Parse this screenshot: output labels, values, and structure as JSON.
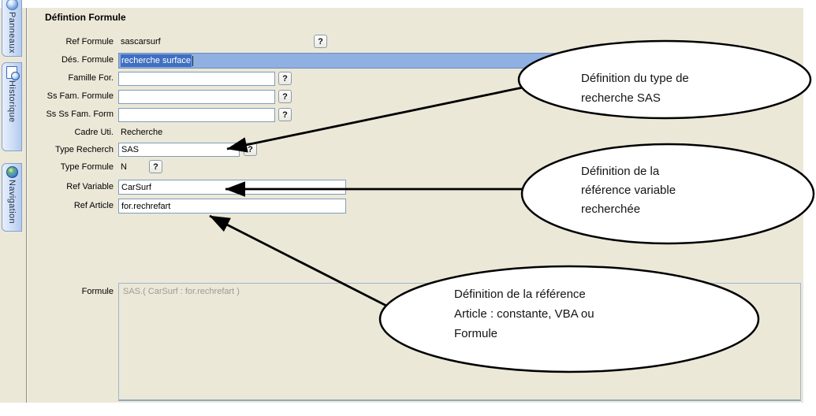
{
  "ui": {
    "help_label": "?"
  },
  "colors": {
    "panel_bg": "#ece8d8",
    "field_border": "#7f9db9",
    "focus_field_bg": "#8fb0e0",
    "selection_bg": "#3f6fc1",
    "textarea_border": "#9eb6ce",
    "tab_fill": "#cdddf5"
  },
  "sidebar": {
    "tabs": [
      {
        "label": "Panneaux",
        "icon": "panel-sphere-icon"
      },
      {
        "label": "Historique",
        "icon": "history-page-clock-icon"
      },
      {
        "label": "Navigation",
        "icon": "globe-icon"
      }
    ]
  },
  "form": {
    "title": "Défintion Formule",
    "fields": [
      {
        "label": "Ref Formule",
        "value": "sascarsurf",
        "type": "static",
        "help": true
      },
      {
        "label": "Dés. Formule",
        "value": "recherche surface",
        "type": "text-selected",
        "help": false
      },
      {
        "label": "Famille For.",
        "value": "",
        "type": "text",
        "help": true
      },
      {
        "label": "Ss Fam. Formule",
        "value": "",
        "type": "text",
        "help": true
      },
      {
        "label": "Ss Ss Fam. Form",
        "value": "",
        "type": "text",
        "help": true
      },
      {
        "label": "Cadre Uti.",
        "value": "Recherche",
        "type": "static",
        "help": false
      },
      {
        "label": "Type Recherch",
        "value": "SAS",
        "type": "text",
        "help": true
      },
      {
        "label": "Type Formule",
        "value": "N",
        "type": "static",
        "help": true
      },
      {
        "label": "Ref Variable",
        "value": "CarSurf",
        "type": "text",
        "help": false
      },
      {
        "label": "Ref Article",
        "value": "for.rechrefart",
        "type": "text",
        "help": false
      },
      {
        "label": "Formule",
        "value": "SAS.( CarSurf : for.rechrefart )",
        "type": "textarea",
        "help": false
      }
    ]
  },
  "callouts": [
    {
      "text": "Définition du type de\nrecherche SAS"
    },
    {
      "text": "Définition de la\nréférence variable\nrecherchée"
    },
    {
      "text": "Définition de la référence\nArticle : constante, VBA ou\nFormule"
    }
  ]
}
